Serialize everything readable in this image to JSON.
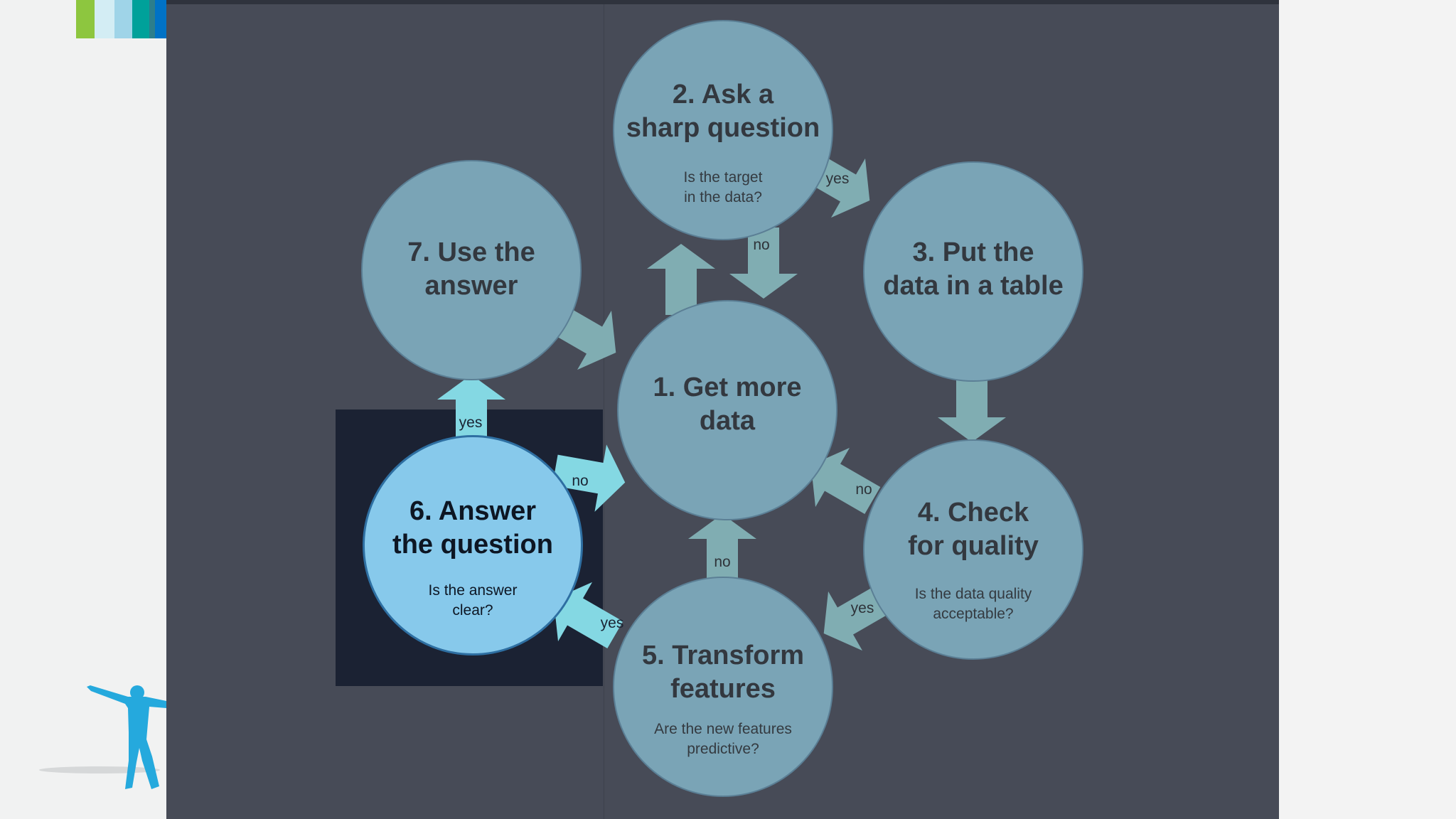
{
  "brand": {
    "stripes": [
      "#8dc63f",
      "#d3edf4",
      "#9fd4e8",
      "#00a19a",
      "#2c7e8c",
      "#0072c6"
    ]
  },
  "colors": {
    "stage_bg": "#474b57",
    "node_fill": "#7aa4b6",
    "node_active_fill": "#87c9eb",
    "arrow_fill": "#80adb2",
    "arrow_active_fill": "#84d8e3",
    "highlight_box": "#1b2233",
    "figure": "#25a9dd"
  },
  "diagram": {
    "nodes": {
      "get_more_data": {
        "title": "1. Get more\ndata",
        "question": ""
      },
      "ask_question": {
        "title": "2. Ask a\nsharp question",
        "question": "Is the target\nin the data?"
      },
      "put_in_table": {
        "title": "3. Put the\ndata in a table",
        "question": ""
      },
      "check_quality": {
        "title": "4. Check\nfor quality",
        "question": "Is the data quality\nacceptable?"
      },
      "transform_features": {
        "title": "5. Transform\nfeatures",
        "question": "Are the new features\npredictive?"
      },
      "answer_question": {
        "title": "6. Answer\nthe question",
        "question": "Is the answer\nclear?"
      },
      "use_answer": {
        "title": "7. Use the\nanswer",
        "question": ""
      }
    },
    "edges": {
      "ask_to_table": "yes",
      "ask_to_more_data": "no",
      "quality_to_more_data": "no",
      "quality_to_transform": "yes",
      "transform_to_more_data": "no",
      "transform_to_answer": "yes",
      "answer_to_more_data": "no",
      "answer_to_use": "yes"
    }
  }
}
